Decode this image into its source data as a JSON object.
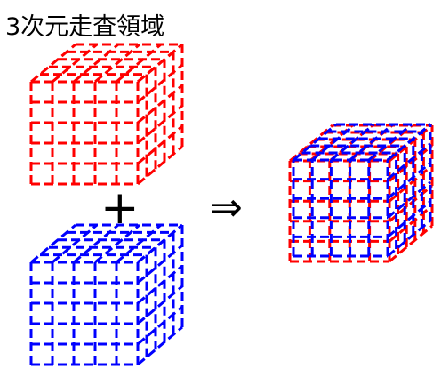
{
  "title": "3次元走査領域",
  "operators": {
    "plus": "+",
    "arrow": "⇒"
  },
  "grid": {
    "divisions": 5,
    "dash_pattern": "10 5"
  },
  "colors": {
    "red": "#ff0000",
    "blue": "#0000ff",
    "text": "#000000"
  },
  "cubes": [
    {
      "name": "red-cube",
      "color": "red"
    },
    {
      "name": "blue-cube",
      "color": "blue"
    },
    {
      "name": "combined-cube",
      "colors": [
        "red",
        "blue"
      ]
    }
  ]
}
